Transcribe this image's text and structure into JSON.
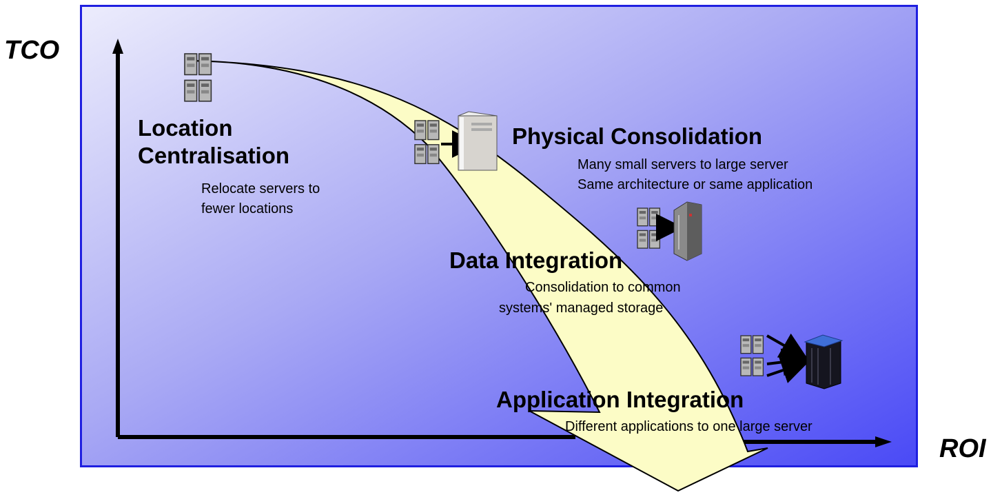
{
  "axes": {
    "y_label": "TCO",
    "x_label": "ROI"
  },
  "stages": [
    {
      "title": "Location Centralisation",
      "description": [
        "Relocate servers to",
        "fewer locations"
      ]
    },
    {
      "title": "Physical Consolidation",
      "description": [
        "Many small servers to large server",
        "Same architecture or same application"
      ]
    },
    {
      "title": "Data Integration",
      "description": [
        "Consolidation to common",
        "systems' managed storage"
      ]
    },
    {
      "title": "Application Integration",
      "description": [
        "Different applications to one large server"
      ]
    }
  ],
  "icons": [
    "small-servers-icon",
    "tower-server-icon",
    "rack-server-icon",
    "mainframe-icon",
    "arrow-icon"
  ],
  "colors": {
    "panel_border": "#1f1fe0",
    "gradient_light": "#ececfc",
    "gradient_dark": "#4a4af6",
    "curve_fill": "#fcfcc6"
  }
}
